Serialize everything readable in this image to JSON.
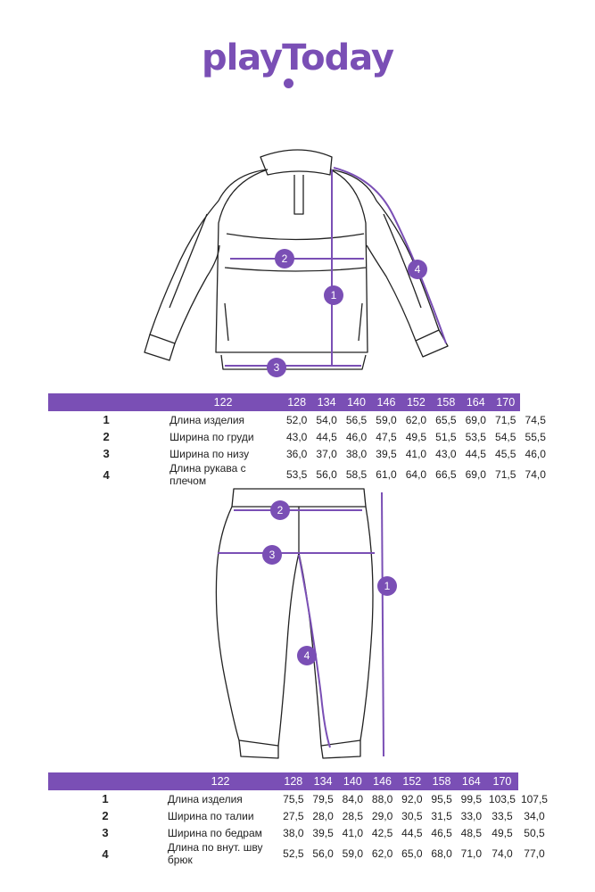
{
  "brand": {
    "name": "playToday",
    "color": "#7a4fb5"
  },
  "colors": {
    "accent": "#7a4fb5",
    "line": "#222222",
    "marker": "#7a4fb5"
  },
  "sizes": [
    "122",
    "128",
    "134",
    "140",
    "146",
    "152",
    "158",
    "164",
    "170"
  ],
  "top_markers": [
    "1",
    "2",
    "3",
    "4"
  ],
  "bottom_markers": [
    "1",
    "2",
    "3",
    "4"
  ],
  "top_table": {
    "rows": [
      {
        "num": "1",
        "label": "Длина изделия",
        "values": [
          "52,0",
          "54,0",
          "56,5",
          "59,0",
          "62,0",
          "65,5",
          "69,0",
          "71,5",
          "74,5"
        ]
      },
      {
        "num": "2",
        "label": "Ширина по груди",
        "values": [
          "43,0",
          "44,5",
          "46,0",
          "47,5",
          "49,5",
          "51,5",
          "53,5",
          "54,5",
          "55,5"
        ]
      },
      {
        "num": "3",
        "label": "Ширина по низу",
        "values": [
          "36,0",
          "37,0",
          "38,0",
          "39,5",
          "41,0",
          "43,0",
          "44,5",
          "45,5",
          "46,0"
        ]
      },
      {
        "num": "4",
        "label": "Длина рукава с плечом",
        "values": [
          "53,5",
          "56,0",
          "58,5",
          "61,0",
          "64,0",
          "66,5",
          "69,0",
          "71,5",
          "74,0"
        ]
      }
    ]
  },
  "bottom_table": {
    "rows": [
      {
        "num": "1",
        "label": "Длина изделия",
        "values": [
          "75,5",
          "79,5",
          "84,0",
          "88,0",
          "92,0",
          "95,5",
          "99,5",
          "103,5",
          "107,5"
        ]
      },
      {
        "num": "2",
        "label": "Ширина по талии",
        "values": [
          "27,5",
          "28,0",
          "28,5",
          "29,0",
          "30,5",
          "31,5",
          "33,0",
          "33,5",
          "34,0"
        ]
      },
      {
        "num": "3",
        "label": "Ширина по бедрам",
        "values": [
          "38,0",
          "39,5",
          "41,0",
          "42,5",
          "44,5",
          "46,5",
          "48,5",
          "49,5",
          "50,5"
        ]
      },
      {
        "num": "4",
        "label": "Длина по внут. шву брюк",
        "values": [
          "52,5",
          "56,0",
          "59,0",
          "62,0",
          "65,0",
          "68,0",
          "71,0",
          "74,0",
          "77,0"
        ]
      }
    ]
  }
}
